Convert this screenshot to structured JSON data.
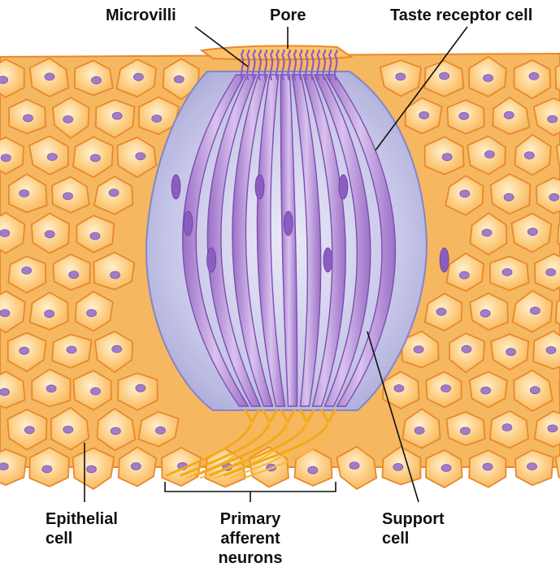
{
  "labels": {
    "microvilli": "Microvilli",
    "pore": "Pore",
    "taste_receptor_cell": "Taste receptor cell",
    "epithelial_cell_line1": "Epithelial",
    "epithelial_cell_line2": "cell",
    "primary_line1": "Primary",
    "primary_line2": "afferent",
    "primary_line3": "neurons",
    "support_line1": "Support",
    "support_line2": "cell"
  },
  "colors": {
    "epithelium_fill": "#fcc97a",
    "epithelium_edge": "#e8892c",
    "nucleus": "#a27cc8",
    "support_cell": "#c3c3e6",
    "receptor_cell": "#b38fd3",
    "receptor_edge": "#7d4fae",
    "neuron": "#f2a91c"
  }
}
